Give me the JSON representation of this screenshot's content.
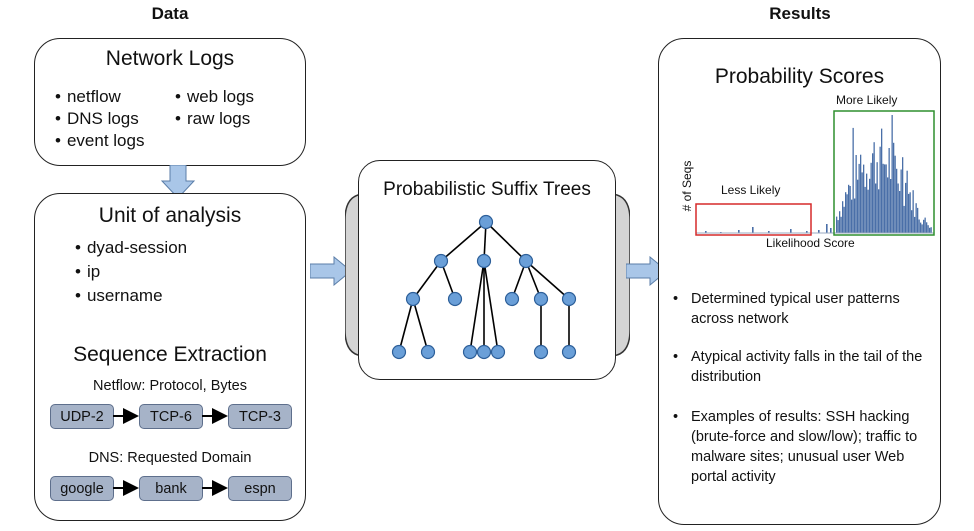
{
  "headings": {
    "data": "Data",
    "results": "Results"
  },
  "network_logs": {
    "title": "Network Logs",
    "col1": [
      "netflow",
      "DNS logs",
      "event logs"
    ],
    "col2": [
      "web logs",
      "raw logs"
    ]
  },
  "unit_of_analysis": {
    "title": "Unit of analysis",
    "items": [
      "dyad-session",
      "ip",
      "username"
    ]
  },
  "sequence_extraction": {
    "title": "Sequence Extraction",
    "netflow_label": "Netflow: Protocol, Bytes",
    "netflow_chips": [
      "UDP-2",
      "TCP-6",
      "TCP-3"
    ],
    "dns_label": "DNS: Requested Domain",
    "dns_chips": [
      "google",
      "bank",
      "espn"
    ]
  },
  "pst": {
    "title": "Probabilistic Suffix Trees"
  },
  "results": {
    "title": "Probability Scores",
    "chart_labels": {
      "more_likely": "More Likely",
      "less_likely": "Less Likely",
      "ylabel": "# of Seqs",
      "xlabel": "Likelihood Score"
    },
    "bullets": [
      "Determined typical user patterns across network",
      "Atypical activity falls in the tail of the distribution",
      "Examples of results: SSH hacking (brute-force and slow/low); traffic to malware sites; unusual user Web portal activity"
    ]
  },
  "colors": {
    "node_fill": "#6a9fd8",
    "arrow_fill": "#a9c6e8",
    "chip_fill": "#a6b3c8",
    "bar_color": "#4a6fa8",
    "less_likely_box": "#d62a2a",
    "more_likely_box": "#2f8f2f"
  }
}
